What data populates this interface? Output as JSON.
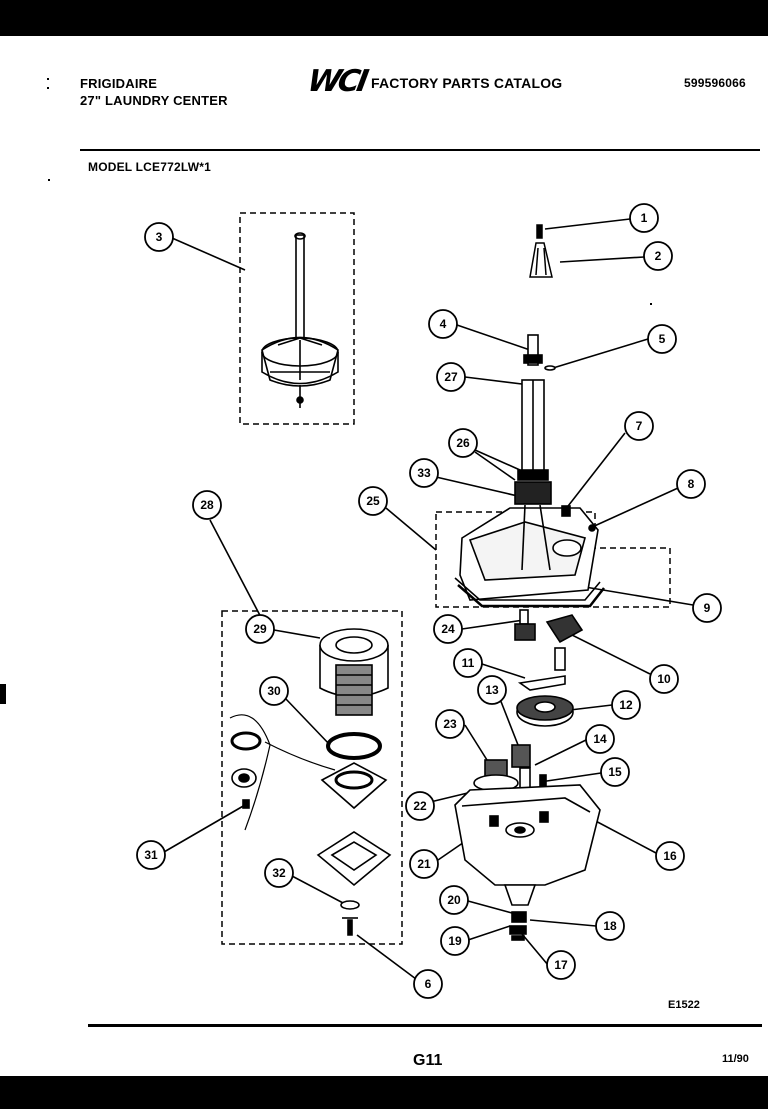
{
  "header": {
    "brand": "FRIGIDAIRE",
    "product": "27\" LAUNDRY CENTER",
    "logo": "WCI",
    "catalog_title": "FACTORY PARTS CATALOG",
    "catalog_number": "599596066",
    "model": "MODEL LCE772LW*1"
  },
  "callouts": [
    "1",
    "2",
    "3",
    "4",
    "5",
    "27",
    "7",
    "26",
    "33",
    "8",
    "25",
    "28",
    "9",
    "29",
    "24",
    "10",
    "11",
    "30",
    "13",
    "12",
    "23",
    "14",
    "15",
    "22",
    "31",
    "16",
    "21",
    "32",
    "20",
    "18",
    "19",
    "17",
    "6"
  ],
  "footer": {
    "diagram_code": "E1522",
    "page": "G11",
    "date": "11/90"
  }
}
